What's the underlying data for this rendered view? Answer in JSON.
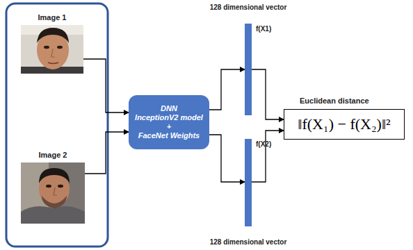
{
  "diagram": {
    "nodes": [
      {
        "text": [
          "Image 1"
        ]
      },
      {
        "text": [
          "Image 2"
        ]
      },
      {
        "text": [
          "DNN",
          "InceptionV2 model",
          "+",
          "FaceNet Weights"
        ]
      },
      {
        "text": [
          "f(X1)"
        ]
      },
      {
        "text": [
          "f(X2)"
        ]
      },
      {
        "text": [
          "Euclidean distance",
          "‖f(X₁) − f(X₂)‖²"
        ]
      }
    ],
    "edges": [
      {
        "from": 0,
        "to": 2,
        "arrow": "to"
      },
      {
        "from": 1,
        "to": 2,
        "arrow": "to"
      },
      {
        "from": 2,
        "to": 3,
        "arrow": "to"
      },
      {
        "from": 2,
        "to": 4,
        "arrow": "to"
      },
      {
        "from": 3,
        "to": 5,
        "arrow": "to"
      },
      {
        "from": 4,
        "to": 5,
        "arrow": "to"
      }
    ],
    "labels": [
      "128 dimensional vector",
      "128 dimensional vector"
    ]
  }
}
